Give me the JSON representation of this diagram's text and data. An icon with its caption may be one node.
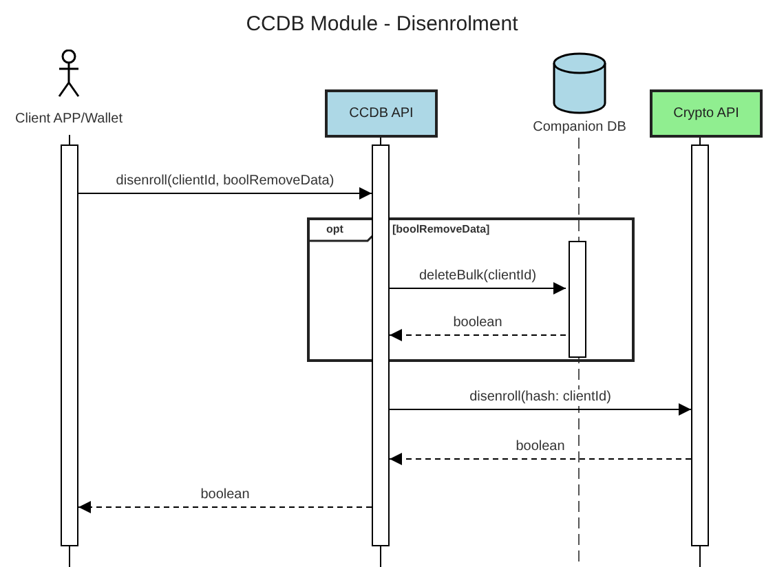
{
  "diagram": {
    "title": "CCDB Module - Disenrolment",
    "nodes": [
      {
        "text": [
          "Client APP/Wallet"
        ]
      },
      {
        "text": [
          "CCDB API"
        ]
      },
      {
        "text": [
          "Companion DB"
        ]
      },
      {
        "text": [
          "Crypto API"
        ]
      },
      {
        "text": [
          "opt",
          "[boolRemoveData]"
        ]
      },
      {
        "text": [],
        "shape": "bar"
      },
      {
        "text": [],
        "shape": "bar"
      },
      {
        "text": [],
        "shape": "bar",
        "in": 4
      },
      {
        "text": [],
        "shape": "bar"
      }
    ],
    "edges": [
      {
        "from": 5,
        "to": 6,
        "arrow": "to",
        "label": "disenroll(clientId, boolRemoveData)"
      },
      {
        "from": 6,
        "to": 7,
        "arrow": "to",
        "label": "deleteBulk(clientId)"
      },
      {
        "from": 7,
        "to": 6,
        "arrow": "to",
        "label": "boolean",
        "style": "dashed"
      },
      {
        "from": 6,
        "to": 8,
        "arrow": "to",
        "label": "disenroll(hash: clientId)"
      },
      {
        "from": 8,
        "to": 6,
        "arrow": "to",
        "label": "boolean",
        "style": "dashed"
      },
      {
        "from": 6,
        "to": 5,
        "arrow": "to",
        "label": "boolean",
        "style": "dashed"
      }
    ]
  }
}
